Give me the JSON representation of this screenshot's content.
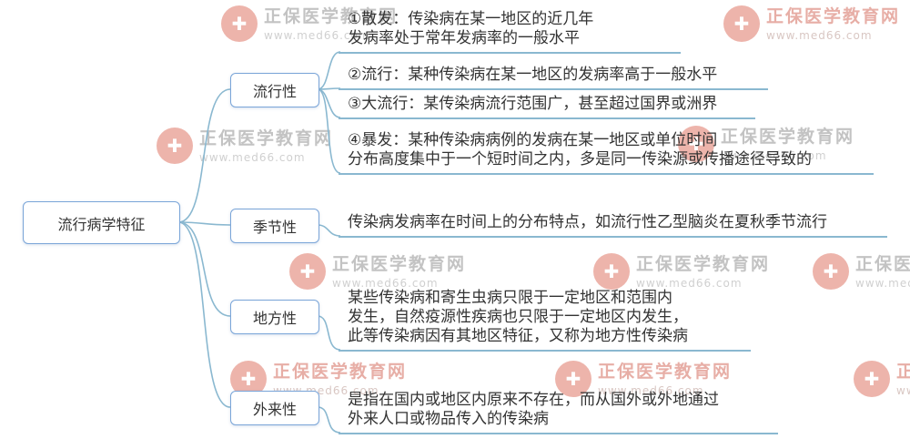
{
  "root": {
    "label": "流行病学特征"
  },
  "branches": [
    {
      "label": "流行性",
      "leaves": [
        {
          "text": "①散发：传染病在某一地区的近几年\n发病率处于常年发病率的一般水平"
        },
        {
          "text": "②流行：某种传染病在某一地区的发病率高于一般水平"
        },
        {
          "text": "③大流行：某传染病流行范围广，甚至超过国界或洲界"
        },
        {
          "text": "④暴发：某种传染病病例的发病在某一地区或单位时间\n分布高度集中于一个短时间之内，多是同一传染源或传播途径导致的"
        }
      ]
    },
    {
      "label": "季节性",
      "leaves": [
        {
          "text": "传染病发病率在时间上的分布特点，如流行性乙型脑炎在夏秋季节流行"
        }
      ]
    },
    {
      "label": "地方性",
      "leaves": [
        {
          "text": "某些传染病和寄生虫病只限于一定地区和范围内\n发生，自然疫源性疾病也只限于一定地区内发生，\n此等传染病因有其地区特征，又称为地方性传染病"
        }
      ]
    },
    {
      "label": "外来性",
      "leaves": [
        {
          "text": "是指在国内或地区内原来不存在，而从国外或外地通过\n外来人口或物品传入的传染病"
        }
      ]
    }
  ],
  "watermark": {
    "brand": "正保医学教育网",
    "url": "www.med66.com",
    "logo_icon": "med66-medical-cross-icon",
    "logo_glyph": "✚"
  },
  "colors": {
    "node_border": "#7aa5d8",
    "connector": "#8ab8d0",
    "text": "#333333",
    "wm_gray": "#c3c3c3",
    "wm_gray_url": "#d0d0d0",
    "wm_pink": "#e7aea6",
    "wm_pink_url": "#d9c7c3",
    "wm_logo": "#edb4ab"
  }
}
